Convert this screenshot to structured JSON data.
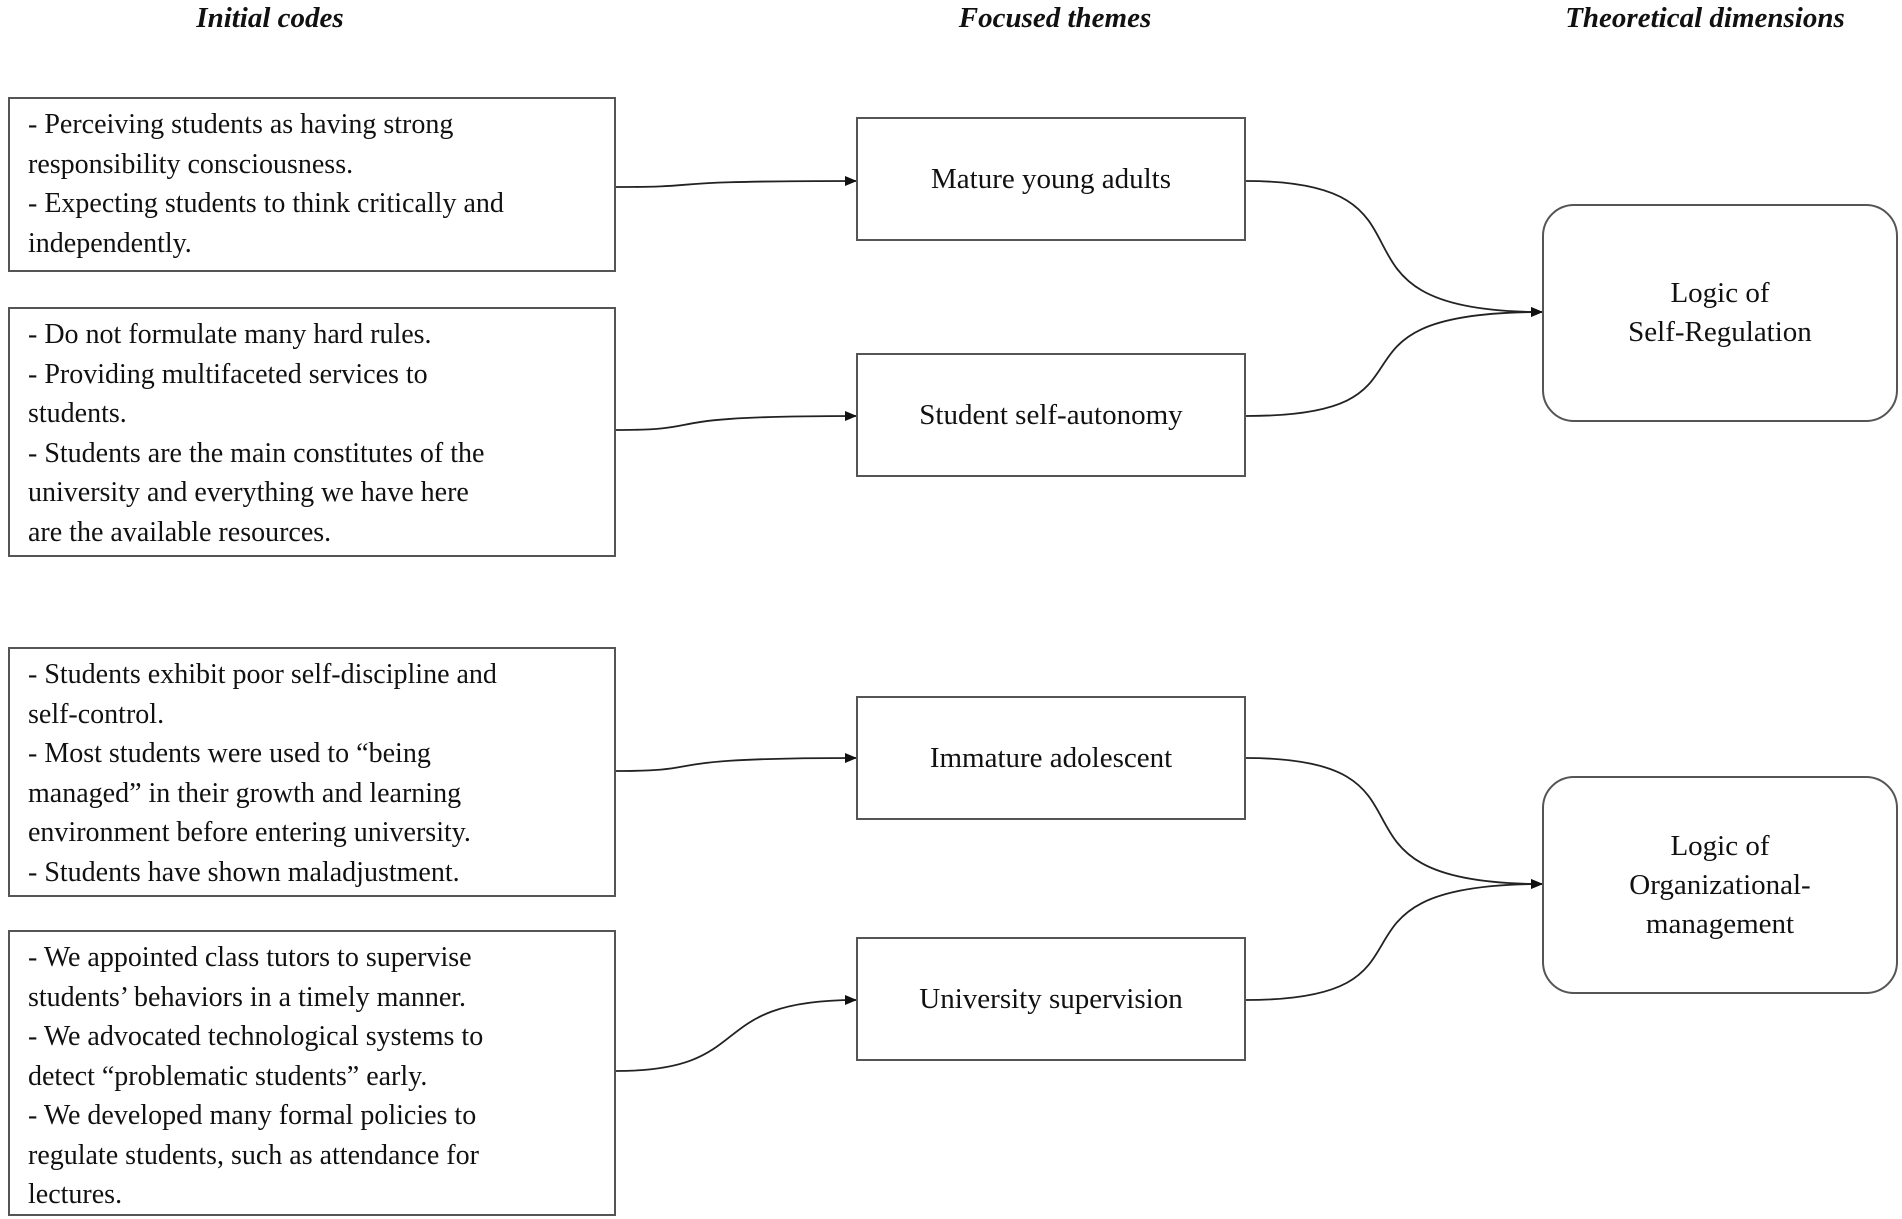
{
  "headers": {
    "codes": "Initial codes",
    "themes": "Focused themes",
    "dimensions": "Theoretical dimensions"
  },
  "codes": [
    {
      "lines": [
        "- Perceiving students as having strong",
        "responsibility consciousness.",
        "- Expecting students to think critically and",
        "independently."
      ]
    },
    {
      "lines": [
        "- Do not formulate many hard rules.",
        "- Providing multifaceted services to",
        "students.",
        "- Students are the main constitutes of the",
        "university and everything we have here",
        "are the available resources."
      ]
    },
    {
      "lines": [
        "- Students exhibit poor self-discipline and",
        "self-control.",
        "- Most students were used to “being",
        "managed” in their growth and learning",
        "environment before entering university.",
        "- Students have shown maladjustment."
      ]
    },
    {
      "lines": [
        "- We appointed class tutors to supervise",
        "students’ behaviors in a timely manner.",
        "- We advocated technological systems to",
        "detect “problematic students” early.",
        "- We developed many formal policies to",
        "regulate students, such as attendance for",
        "lectures."
      ]
    }
  ],
  "themes": [
    "Mature young adults",
    "Student self-autonomy",
    "Immature adolescent",
    "University supervision"
  ],
  "dimensions": [
    {
      "lines": [
        "Logic of",
        "Self-Regulation"
      ]
    },
    {
      "lines": [
        "Logic of",
        "Organizational-",
        "management"
      ]
    }
  ]
}
